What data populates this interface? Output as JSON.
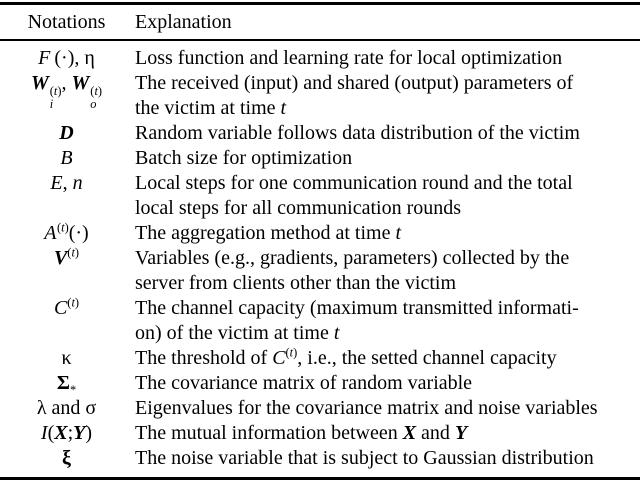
{
  "table": {
    "headers": {
      "notation": "Notations",
      "explanation": "Explanation"
    },
    "rows": [
      {
        "notation": "<i>F</i> (·), η",
        "explanation": "Loss function and learning rate for local optimization"
      },
      {
        "notation": "<b><i>W</i></b><span class=\"ss\"><span class=\"sup\">(<i>t</i>)</span><span class=\"sub\"><i>i</i></span></span>, <b><i>W</i></b><span class=\"ss\"><span class=\"sup\">(<i>t</i>)</span><span class=\"sub\"><i>o</i></span></span>",
        "explanation": "The received (input) and shared (output) parameters of<br>the victim at time <i>t</i>"
      },
      {
        "notation": "<b><i>D</i></b>",
        "explanation": "Random variable follows data distribution of the victim"
      },
      {
        "notation": "<i>B</i>",
        "explanation": "Batch size for optimization"
      },
      {
        "notation": "<i>E</i>, <i>n</i>",
        "explanation": "Local steps for one communication round and the total<br>local steps for all communication rounds"
      },
      {
        "notation": "<span class=\"cal\">A</span><sup>(<i>t</i>)</sup>(·)",
        "explanation": "The aggregation method at time <i>t</i>"
      },
      {
        "notation": "<b><i>V</i></b><sup>(<i>t</i>)</sup>",
        "explanation": "Variables (e.g., gradients, parameters) collected by the<br>server from clients other than the victim"
      },
      {
        "notation": "<i>C</i><sup>(<i>t</i>)</sup>",
        "explanation": "The channel capacity (maximum transmitted informati-<br>on) of the victim at time <i>t</i>"
      },
      {
        "notation": "κ",
        "explanation": "The threshold of <i>C</i><sup>(<i>t</i>)</sup>, i.e., the setted channel capacity"
      },
      {
        "notation": "<b>Σ</b><sub>*</sub>",
        "explanation": "The covariance matrix of random variable"
      },
      {
        "notation": "λ and σ",
        "explanation": "Eigenvalues for the covariance matrix and noise variables"
      },
      {
        "notation": "<i>I</i>(<b><i>X</i></b>;<b><i>Y</i></b>)",
        "explanation": "The mutual information between <b><i>X</i></b> and <b><i>Y</i></b>"
      },
      {
        "notation": "<b>ξ</b>",
        "explanation": "The noise variable that is subject to Gaussian distribution"
      }
    ]
  }
}
